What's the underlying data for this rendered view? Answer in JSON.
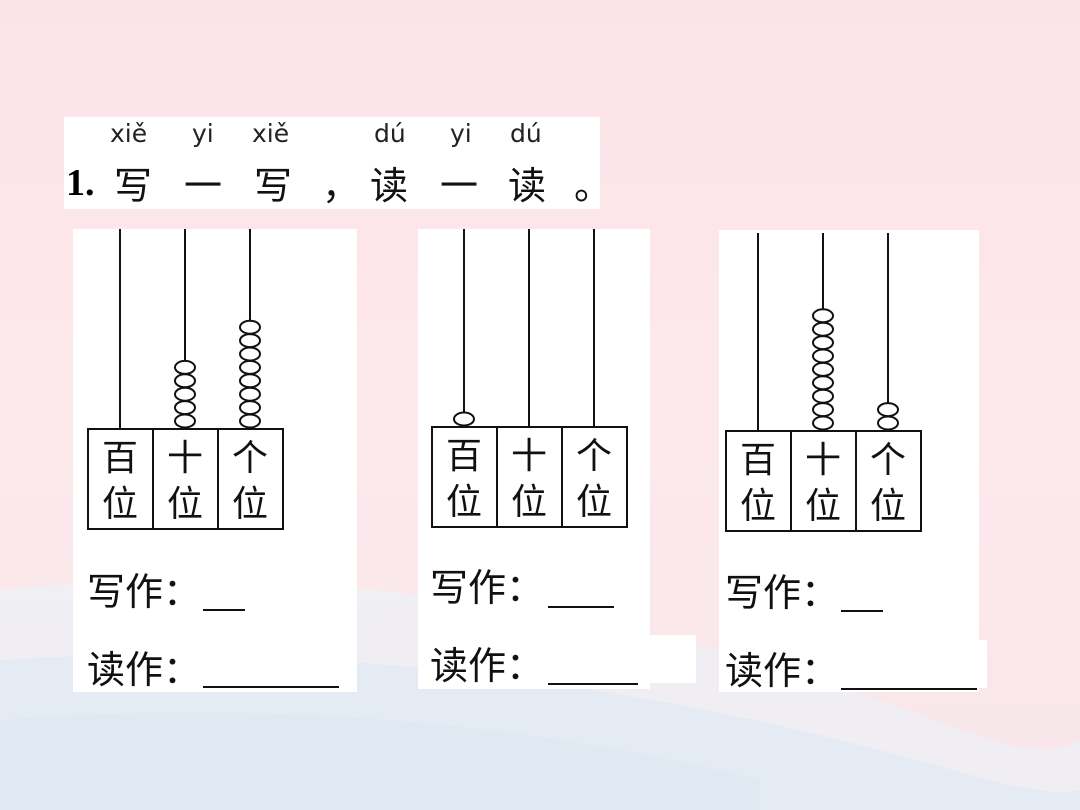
{
  "question": {
    "number": "1.",
    "pinyin": [
      "xiě",
      "yi",
      "xiě",
      "dú",
      "yi",
      "dú"
    ],
    "characters": [
      "写",
      "一",
      "写",
      "，",
      "读",
      "一",
      "读",
      "。"
    ]
  },
  "place_labels": {
    "hundreds_top": "百",
    "hundreds_bottom": "位",
    "tens_top": "十",
    "tens_bottom": "位",
    "ones_top": "个",
    "ones_bottom": "位"
  },
  "prompts": {
    "write": "写作：",
    "read": "读作："
  },
  "abacuses": [
    {
      "hundreds": 0,
      "tens": 5,
      "ones": 8
    },
    {
      "hundreds": 1,
      "tens": 0,
      "ones": 0
    },
    {
      "hundreds": 0,
      "tens": 9,
      "ones": 2
    }
  ],
  "colors": {
    "background": "#fde9ec",
    "wave": "#e7edf3",
    "card": "#ffffff",
    "ink": "#111111"
  }
}
